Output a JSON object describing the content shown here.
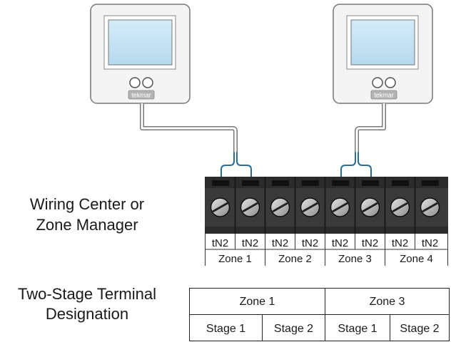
{
  "thermostats": [
    {
      "id": "left",
      "brand": "tekmar"
    },
    {
      "id": "right",
      "brand": "tekmar"
    }
  ],
  "wiring_center": {
    "label_line1": "Wiring Center or",
    "label_line2": "Zone Manager",
    "terminals": [
      "tN2",
      "tN2",
      "tN2",
      "tN2",
      "tN2",
      "tN2",
      "tN2",
      "tN2"
    ],
    "zones": [
      "Zone 1",
      "Zone 2",
      "Zone 3",
      "Zone 4"
    ]
  },
  "designation": {
    "label_line1": "Two-Stage Terminal",
    "label_line2": "Designation",
    "zones": [
      "Zone 1",
      "Zone 3"
    ],
    "stages": [
      "Stage 1",
      "Stage 2",
      "Stage 1",
      "Stage 2"
    ]
  },
  "colors": {
    "wire_blue": "#2a6d96",
    "terminal_block": "#333333",
    "screen": "#c6e3f2",
    "cable": "#8a8a8a"
  }
}
